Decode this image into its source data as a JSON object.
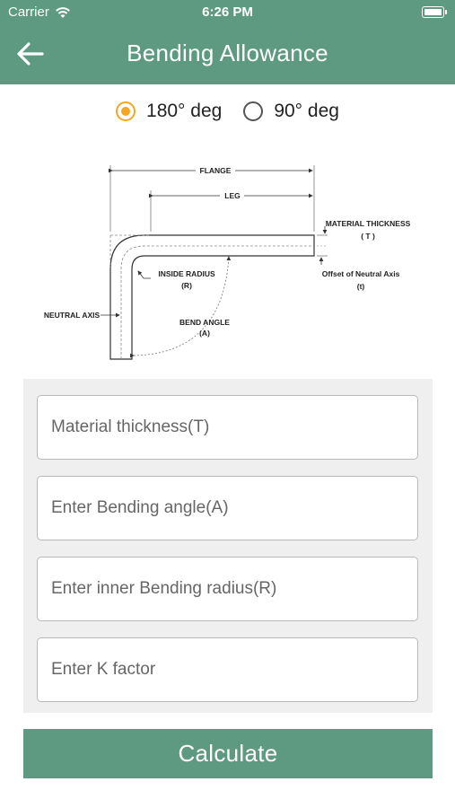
{
  "status": {
    "carrier": "Carrier",
    "time": "6:26 PM"
  },
  "nav": {
    "title": "Bending Allowance"
  },
  "options": [
    {
      "label": "180° deg",
      "selected": true
    },
    {
      "label": "90° deg",
      "selected": false
    }
  ],
  "diagram": {
    "flange": "FLANGE",
    "leg": "LEG",
    "material_thickness": "MATERIAL THICKNESS",
    "material_thickness_symbol": "( T )",
    "offset": "Offset of Neutral Axis",
    "offset_symbol": "(t)",
    "inside_radius": "INSIDE RADIUS",
    "inside_radius_symbol": "(R)",
    "neutral_axis": "NEUTRAL AXIS",
    "bend_angle": "BEND ANGLE",
    "bend_angle_symbol": "(A)"
  },
  "form": {
    "thickness_placeholder": "Material thickness(T)",
    "angle_placeholder": "Enter Bending angle(A)",
    "radius_placeholder": "Enter inner Bending radius(R)",
    "kfactor_placeholder": "Enter K factor"
  },
  "calculate_label": "Calculate",
  "colors": {
    "primary": "#5e9a82",
    "radio_selected": "#f5a623",
    "panel": "#efefef"
  }
}
